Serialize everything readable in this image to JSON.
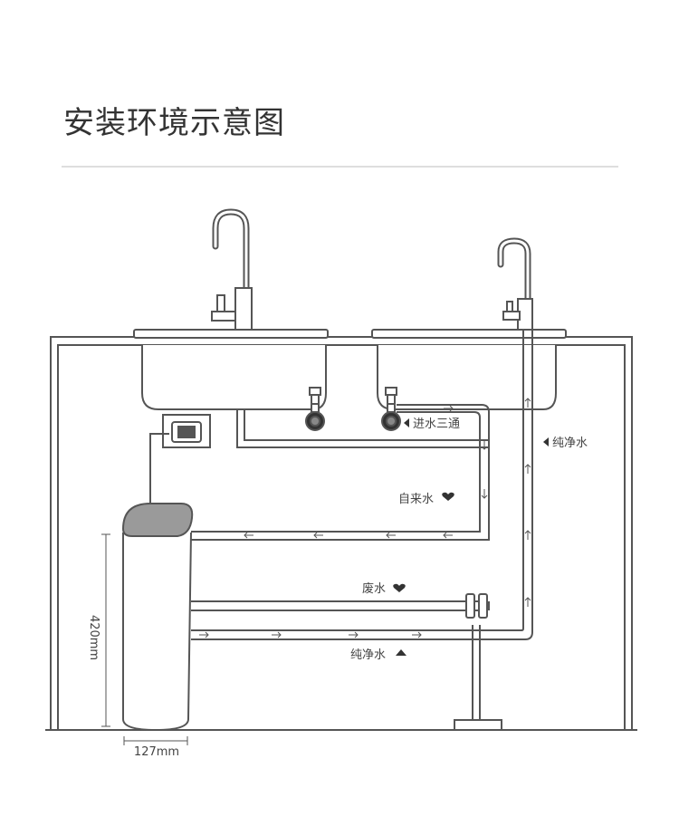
{
  "page": {
    "title": "安装环境示意图"
  },
  "labels": {
    "inlet_tee": "进水三通",
    "pure_water_right": "纯净水",
    "tap_water": "自来水",
    "waste_water": "废水",
    "pure_water_bottom": "纯净水",
    "height_dim": "420mm",
    "width_dim": "127mm"
  },
  "colors": {
    "stroke": "#555555",
    "pipe_fill": "#ffffff",
    "purifier_top": "#9a9a9a",
    "rule": "#dedede",
    "text": "#444444"
  },
  "icons": {
    "arrow_left": "triangle-left-icon",
    "heart_down": "heart-icon",
    "arrow_up": "triangle-up-icon"
  }
}
